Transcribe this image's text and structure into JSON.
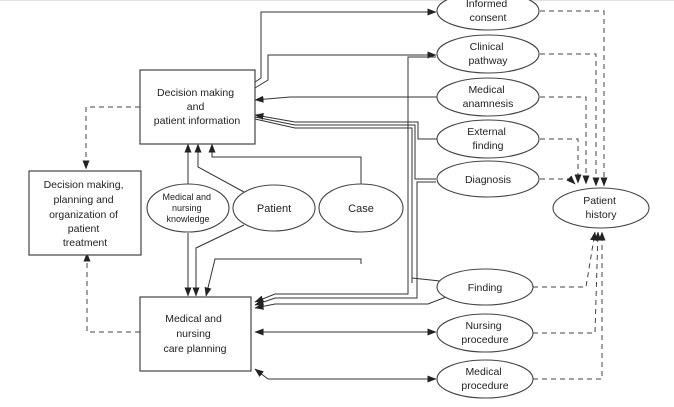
{
  "diagram": {
    "boxes": {
      "decision_info": [
        "Decision making",
        "and",
        "patient information"
      ],
      "decision_planning": [
        "Decision making,",
        "planning and",
        "organization of",
        "patient",
        "treatment"
      ],
      "care_planning": [
        "Medical and",
        "nursing",
        "care planning"
      ]
    },
    "inputs": {
      "knowledge": [
        "Medical and",
        "nursing",
        "knowledge"
      ],
      "patient": [
        "Patient"
      ],
      "case": [
        "Case"
      ]
    },
    "documents": {
      "informed_consent": [
        "Informed",
        "consent"
      ],
      "clinical_pathway": [
        "Clinical",
        "pathway"
      ],
      "medical_anamnesis": [
        "Medical",
        "anamnesis"
      ],
      "external_finding": [
        "External",
        "finding"
      ],
      "diagnosis": [
        "Diagnosis"
      ],
      "finding": [
        "Finding"
      ],
      "nursing_procedure": [
        "Nursing",
        "procedure"
      ],
      "medical_procedure": [
        "Medical",
        "procedure"
      ]
    },
    "target": {
      "patient_history": [
        "Patient",
        "history"
      ]
    }
  }
}
